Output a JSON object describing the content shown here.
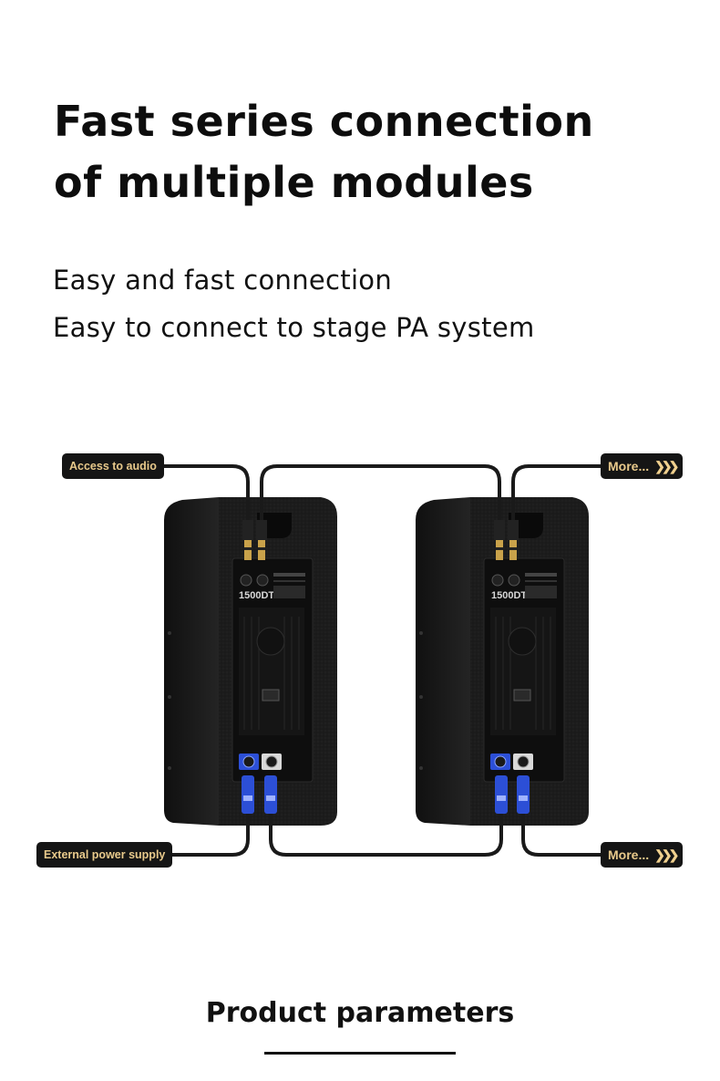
{
  "heading": {
    "line1": "Fast series connection",
    "line2": "of multiple modules"
  },
  "features": [
    "Easy and fast connection",
    "Easy to connect to stage PA system"
  ],
  "diagram": {
    "labels": {
      "audio": "Access to audio",
      "power": "External power supply",
      "more_top": "More...",
      "more_bottom": "More..."
    },
    "model_label": "1500DT",
    "colors": {
      "tag_bg": "#151515",
      "tag_text": "#e8c98b",
      "cable": "#1a1a1a",
      "speaker": "#1b1b1b",
      "connector_blue": "#2c4fd6"
    },
    "icons": [
      "chevron-right-icon",
      "speaker-cabinet",
      "amplifier-panel"
    ]
  },
  "section": {
    "title": "Product parameters"
  }
}
